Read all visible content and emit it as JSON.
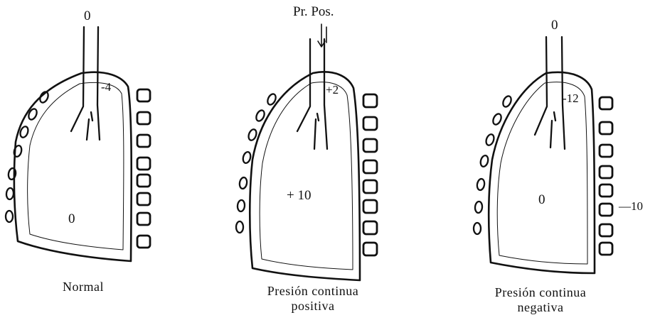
{
  "panels": [
    {
      "caption_lines": [
        "Normal"
      ],
      "airway_value": "0",
      "upper_value": "-4",
      "alveolar_value": "0"
    },
    {
      "top_label": "Pr. Pos.",
      "caption_lines": [
        "Presión continua",
        "positiva"
      ],
      "upper_value": "+2",
      "alveolar_value": "+ 10"
    },
    {
      "caption_lines": [
        "Presión continua",
        "negativa"
      ],
      "airway_value": "0",
      "upper_value": "-12",
      "alveolar_value": "0",
      "pleural_value": "—10"
    }
  ]
}
